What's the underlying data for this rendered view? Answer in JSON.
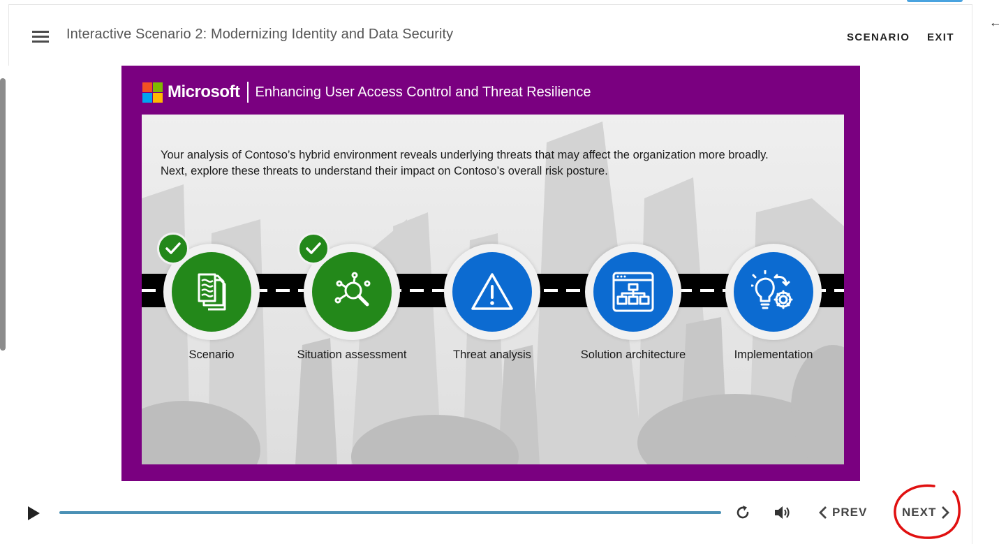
{
  "header": {
    "title": "Interactive Scenario 2: Modernizing Identity and Data Security",
    "links": [
      "SCENARIO",
      "EXIT"
    ]
  },
  "slide": {
    "brand": "Microsoft",
    "title": "Enhancing User Access Control and Threat Resilience",
    "intro": "Your analysis of Contoso’s hybrid environment reveals underlying threats that may affect the organization more broadly. Next, explore these threats to understand their impact on Contoso’s overall risk posture.",
    "steps": [
      {
        "label": "Scenario",
        "icon": "documents-icon",
        "status": "completed"
      },
      {
        "label": "Situation assessment",
        "icon": "magnifier-network-icon",
        "status": "completed"
      },
      {
        "label": "Threat analysis",
        "icon": "warning-icon",
        "status": "pending"
      },
      {
        "label": "Solution architecture",
        "icon": "architecture-diagram-icon",
        "status": "pending"
      },
      {
        "label": "Implementation",
        "icon": "lightbulb-gear-icon",
        "status": "pending"
      }
    ],
    "colors": {
      "frame": "#7a0080",
      "completed": "#23881a",
      "pending": "#0c6bd1"
    }
  },
  "controls": {
    "prev_label": "PREV",
    "next_label": "NEXT"
  }
}
